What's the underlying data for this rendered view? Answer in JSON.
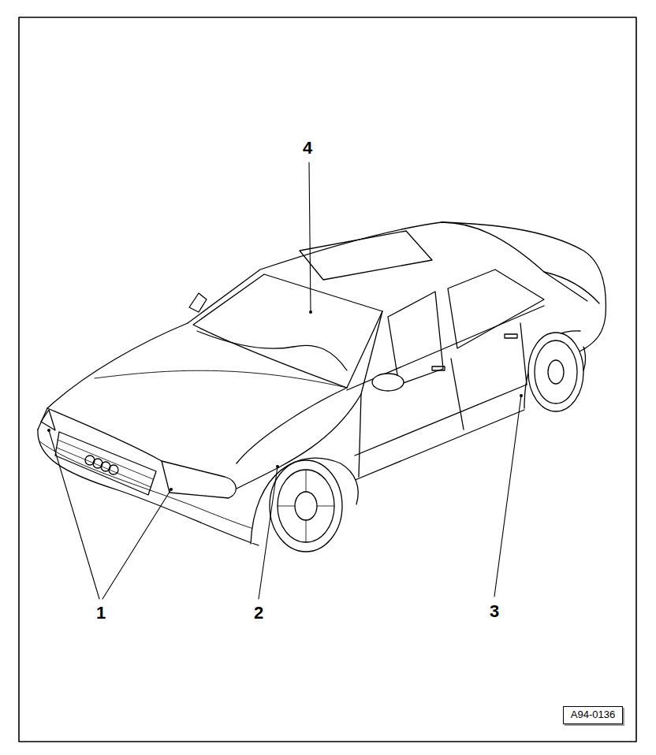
{
  "diagram": {
    "nodes": [
      {
        "text": [
          "A94-0136"
        ]
      }
    ],
    "labels": [
      "4",
      "1",
      "2",
      "3"
    ]
  }
}
